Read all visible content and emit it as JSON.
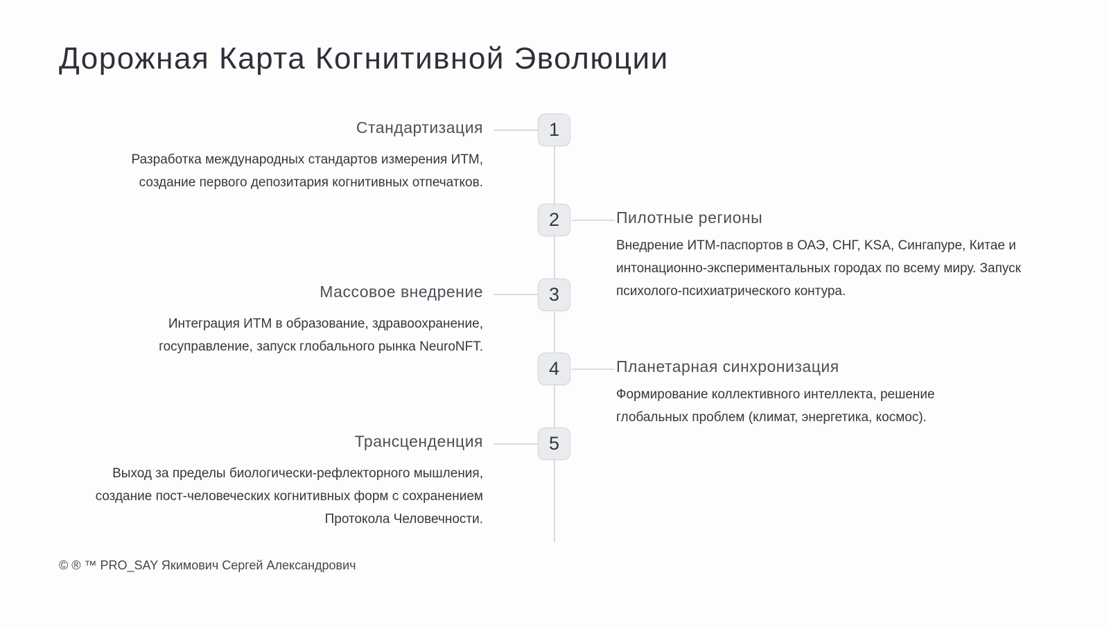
{
  "page": {
    "title": "Дорожная Карта Когнитивной Эволюции",
    "footer": "© ® ™ PRO_SAY Якимович Сергей Александрович"
  },
  "colors": {
    "background": "#fdfdfd",
    "title_text": "#2d3039",
    "heading_text": "#4c4f57",
    "body_text": "#34373c",
    "node_fill": "#e9ebee",
    "node_border": "#d2d4d9",
    "line": "#d9dbde"
  },
  "timeline": {
    "orientation": "vertical",
    "milestones": [
      {
        "number": "1",
        "side": "left",
        "title": "Стандартизация",
        "description": "Разработка международных стандартов измерения ИТМ, создание первого депозитария когнитивных отпечатков."
      },
      {
        "number": "2",
        "side": "right",
        "title": "Пилотные регионы",
        "description": "Внедрение ИТМ-паспортов в ОАЭ, СНГ, KSA, Сингапуре, Китае и интонационно-экспериментальных городах по всему миру. Запуск психолого-психиатрического контура."
      },
      {
        "number": "3",
        "side": "left",
        "title": "Массовое внедрение",
        "description": "Интеграция ИТМ в образование, здравоохранение, госуправление, запуск глобального рынка NeuroNFT."
      },
      {
        "number": "4",
        "side": "right",
        "title": "Планетарная синхронизация",
        "description": "Формирование коллективного интеллекта, решение глобальных проблем (климат, энергетика, космос)."
      },
      {
        "number": "5",
        "side": "left",
        "title": "Трансценденция",
        "description": "Выход за пределы биологически-рефлекторного мышления, создание пост-человеческих когнитивных форм с сохранением Протокола Человечности."
      }
    ]
  }
}
